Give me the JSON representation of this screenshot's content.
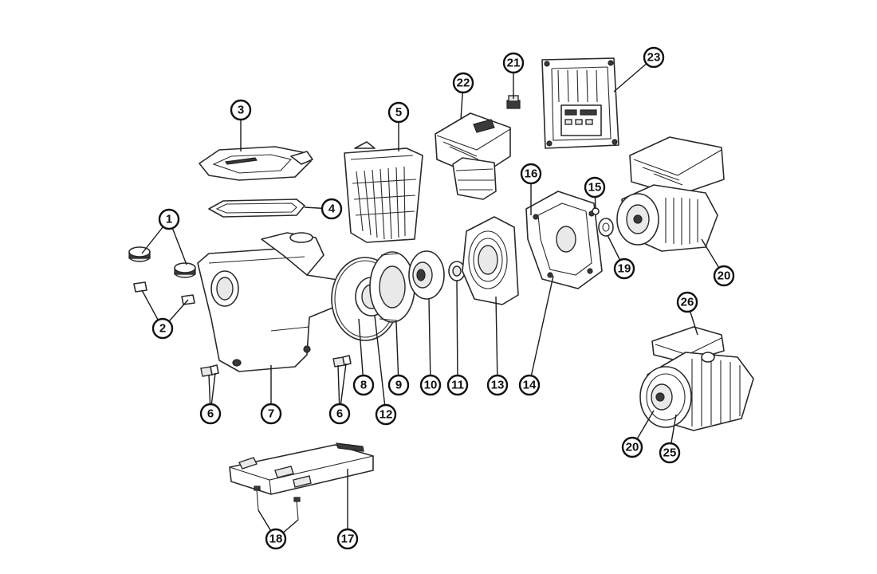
{
  "callouts": [
    {
      "id": "1",
      "label": "1"
    },
    {
      "id": "2",
      "label": "2"
    },
    {
      "id": "3",
      "label": "3"
    },
    {
      "id": "4",
      "label": "4"
    },
    {
      "id": "5",
      "label": "5"
    },
    {
      "id": "6a",
      "label": "6"
    },
    {
      "id": "6b",
      "label": "6"
    },
    {
      "id": "7",
      "label": "7"
    },
    {
      "id": "8",
      "label": "8"
    },
    {
      "id": "9",
      "label": "9"
    },
    {
      "id": "10",
      "label": "10"
    },
    {
      "id": "11",
      "label": "11"
    },
    {
      "id": "12",
      "label": "12"
    },
    {
      "id": "13",
      "label": "13"
    },
    {
      "id": "14",
      "label": "14"
    },
    {
      "id": "15",
      "label": "15"
    },
    {
      "id": "16",
      "label": "16"
    },
    {
      "id": "17",
      "label": "17"
    },
    {
      "id": "18",
      "label": "18"
    },
    {
      "id": "19",
      "label": "19"
    },
    {
      "id": "20a",
      "label": "20"
    },
    {
      "id": "20b",
      "label": "20"
    },
    {
      "id": "21",
      "label": "21"
    },
    {
      "id": "22",
      "label": "22"
    },
    {
      "id": "23",
      "label": "23"
    },
    {
      "id": "25",
      "label": "25"
    },
    {
      "id": "26",
      "label": "26"
    }
  ]
}
